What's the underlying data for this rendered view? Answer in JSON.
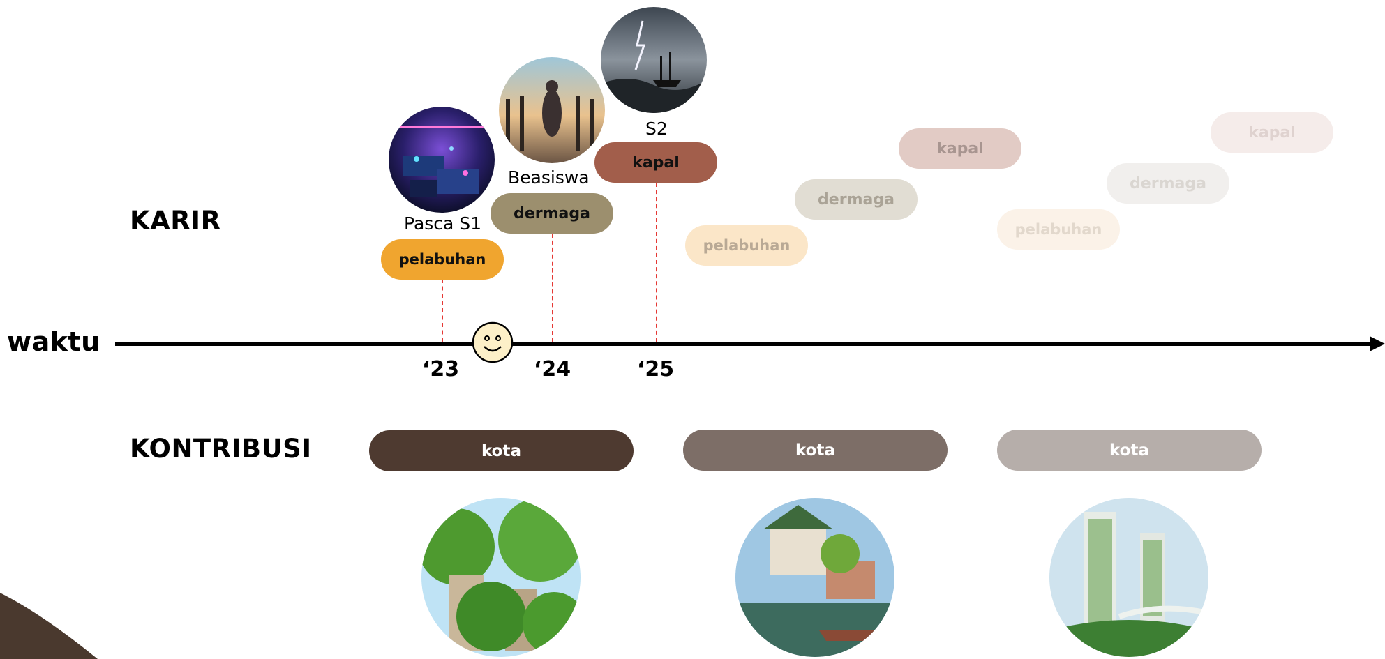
{
  "labels": {
    "karir": "KARIR",
    "kontribusi": "KONTRIBUSI",
    "waktu": "waktu"
  },
  "years": [
    "‘23",
    "‘24",
    "‘25"
  ],
  "milestones": [
    {
      "caption": "Pasca S1",
      "label": "pelabuhan",
      "color": "#f0a52f",
      "image": "cyber-city-image"
    },
    {
      "caption": "Beasiswa",
      "label": "dermaga",
      "color": "#9c8f6e",
      "image": "pier-figure-image"
    },
    {
      "caption": "S2",
      "label": "kapal",
      "color": "#a25e4b",
      "image": "storm-ship-image"
    }
  ],
  "future_steps": [
    {
      "label": "pelabuhan",
      "color": "#fbe6c8"
    },
    {
      "label": "dermaga",
      "color": "#e1ddd3"
    },
    {
      "label": "kapal",
      "color": "#e2cbc5"
    },
    {
      "label": "pelabuhan",
      "color": "#fbf2e8"
    },
    {
      "label": "dermaga",
      "color": "#f1efed"
    },
    {
      "label": "kapal",
      "color": "#f5ecea"
    }
  ],
  "contributions": [
    {
      "label": "kota",
      "color": "#4e3a30",
      "image": "forest-city-image"
    },
    {
      "label": "kota",
      "color": "#7d6e67",
      "image": "harbor-village-image"
    },
    {
      "label": "kota",
      "color": "#b6aeaa",
      "image": "green-towers-image"
    }
  ],
  "colors": {
    "timeline": "#000000",
    "dashed_marker": "#e53935",
    "smiley_face": "#fdf0c8",
    "corner_shape": "#4a392e"
  }
}
